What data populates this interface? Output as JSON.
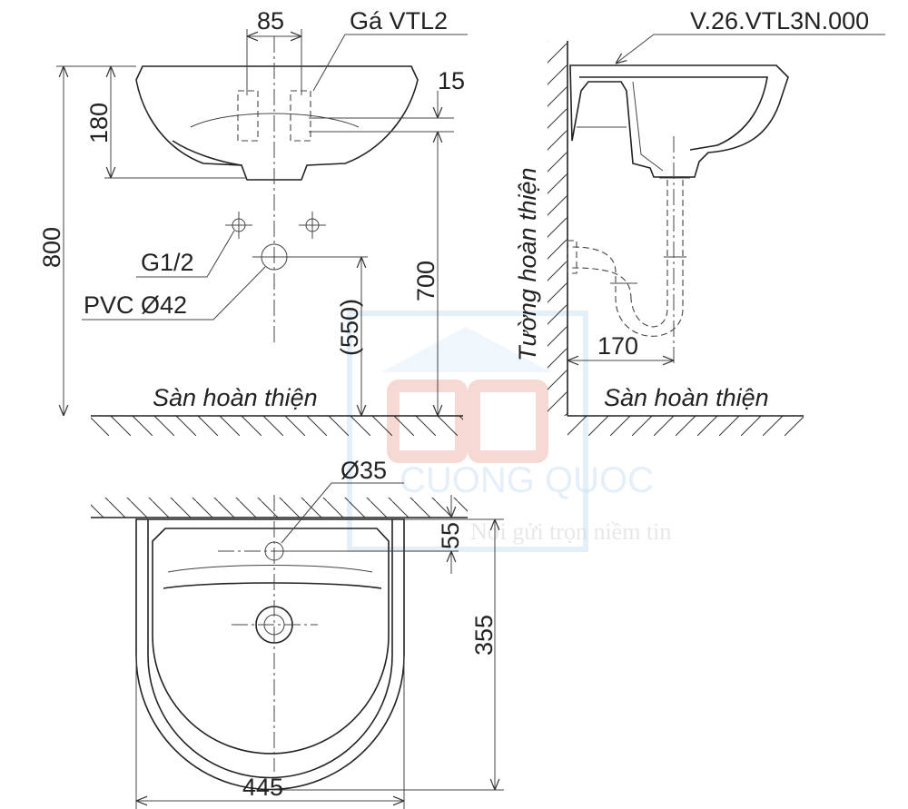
{
  "front_view": {
    "dim_hanger_spacing": "85",
    "hanger_label": "Gá VTL2",
    "dim_offset": "15",
    "dim_basin_height": "180",
    "dim_total_height": "800",
    "dim_hanger_height": "700",
    "dim_drain_height": "(550)",
    "supply_label": "G1/2",
    "drain_label": "PVC Ø42",
    "floor_label": "Sàn hoàn thiện"
  },
  "side_view": {
    "model_code": "V.26.VTL3N.000",
    "wall_label": "Tường hoàn thiện",
    "dim_drain_from_wall": "170",
    "floor_label": "Sàn hoàn thiện"
  },
  "top_view": {
    "tap_hole_label": "Ø35",
    "dim_tap_offset": "55",
    "dim_depth": "355",
    "dim_width": "445"
  },
  "watermark": {
    "logo": "CQ",
    "brand": "CUONG QUOC",
    "slogan": "Nơi gửi trọn niềm tin",
    "color": "#cfe3f5"
  },
  "colors": {
    "line": "#222222"
  }
}
